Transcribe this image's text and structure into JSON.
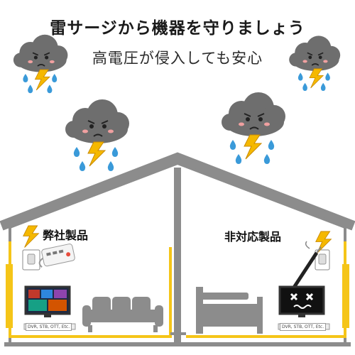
{
  "header": {
    "headline": "雷サージから機器を守りましょう",
    "subline": "高電圧が侵入しても安心"
  },
  "house": {
    "left_room_label": "弊社製品",
    "right_room_label": "非対応製品",
    "left_device_label": "DVR, STB, OTT, Etc.",
    "right_device_label": "DVR, STB, OTT, Etc."
  },
  "colors": {
    "wall": "#8c8c8c",
    "wire": "#f5c518",
    "bolt": "#f5b800",
    "cloud": "#6e6e6e",
    "rain": "#3a9ad9"
  },
  "icons": [
    "storm-cloud-icon",
    "lightning-bolt-icon",
    "power-strip-icon",
    "tv-icon",
    "broken-tv-icon",
    "sofa-icon",
    "bed-icon",
    "multimeter-probe-icon"
  ]
}
